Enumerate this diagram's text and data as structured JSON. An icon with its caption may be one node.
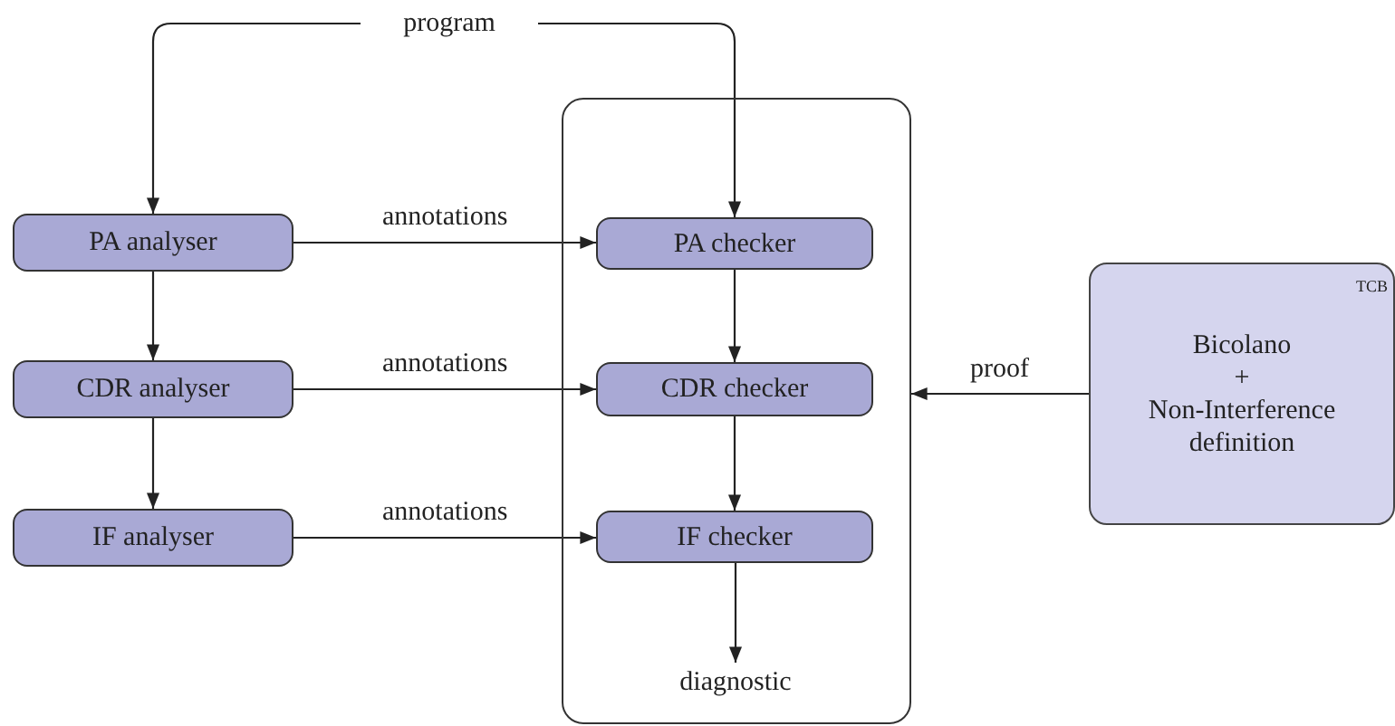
{
  "diagram": {
    "nodes": [
      {
        "text": [
          "program"
        ]
      },
      {
        "text": [
          "PA analyser"
        ]
      },
      {
        "text": [
          "CDR analyser"
        ]
      },
      {
        "text": [
          "IF analyser"
        ]
      },
      {
        "text": [],
        "shape": "box"
      },
      {
        "text": [
          "PA checker"
        ],
        "in": 4
      },
      {
        "text": [
          "CDR checker"
        ],
        "in": 4
      },
      {
        "text": [
          "IF checker"
        ],
        "in": 4
      },
      {
        "text": [
          "diagnostic"
        ],
        "in": 4
      },
      {
        "text": [
          "TCB",
          "Bicolano",
          "+",
          "Non-Interference definition"
        ]
      }
    ],
    "edges": [
      {
        "from": 0,
        "to": 1,
        "arrow": "to"
      },
      {
        "from": 0,
        "to": 5,
        "arrow": "to"
      },
      {
        "from": 1,
        "to": 2,
        "arrow": "to"
      },
      {
        "from": 2,
        "to": 3,
        "arrow": "to"
      },
      {
        "from": 1,
        "to": 5,
        "arrow": "to",
        "label": "annotations"
      },
      {
        "from": 2,
        "to": 6,
        "arrow": "to",
        "label": "annotations"
      },
      {
        "from": 3,
        "to": 7,
        "arrow": "to",
        "label": "annotations"
      },
      {
        "from": 5,
        "to": 6,
        "arrow": "to"
      },
      {
        "from": 6,
        "to": 7,
        "arrow": "to"
      },
      {
        "from": 7,
        "to": 8,
        "arrow": "to"
      },
      {
        "from": 9,
        "to": 4,
        "arrow": "to",
        "label": "proof"
      }
    ]
  }
}
